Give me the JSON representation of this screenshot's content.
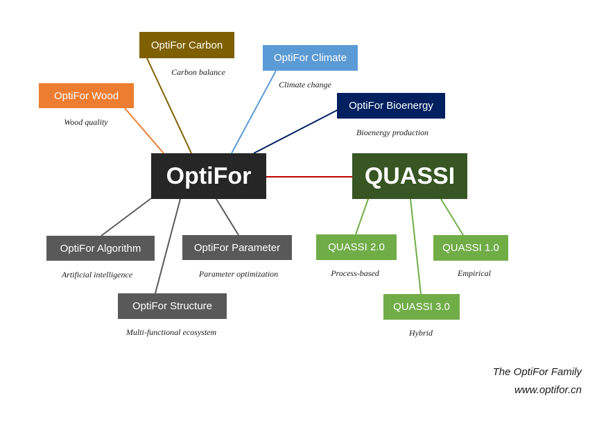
{
  "hubs": {
    "optifor": {
      "label": "OptiFor"
    },
    "quassi": {
      "label": "QUASSI"
    }
  },
  "optifor_members": [
    {
      "label": "OptiFor Wood",
      "caption": "Wood quality"
    },
    {
      "label": "OptiFor Carbon",
      "caption": "Carbon balance"
    },
    {
      "label": "OptiFor Climate",
      "caption": "Climate change"
    },
    {
      "label": "OptiFor Bioenergy",
      "caption": "Bioenergy production"
    },
    {
      "label": "OptiFor Algorithm",
      "caption": "Artificial intelligence"
    },
    {
      "label": "OptiFor Parameter",
      "caption": "Parameter optimization"
    },
    {
      "label": "OptiFor Structure",
      "caption": "Multi-functional ecosystem"
    }
  ],
  "quassi_members": [
    {
      "label": "QUASSI 2.0",
      "caption": "Process-based"
    },
    {
      "label": "QUASSI 1.0",
      "caption": "Empirical"
    },
    {
      "label": "QUASSI 3.0",
      "caption": "Hybrid"
    }
  ],
  "footer": {
    "line1": "The OptiFor Family",
    "line2": "www.optifor.cn"
  },
  "colors": {
    "optifor_hub": "#262626",
    "quassi_hub": "#375623",
    "wood": "#ed7d31",
    "carbon": "#7f6000",
    "climate": "#5b9bd5",
    "bioenergy": "#002060",
    "grey_members": "#595959",
    "quassi_members": "#70ad47",
    "hub_link": "#c00000"
  }
}
